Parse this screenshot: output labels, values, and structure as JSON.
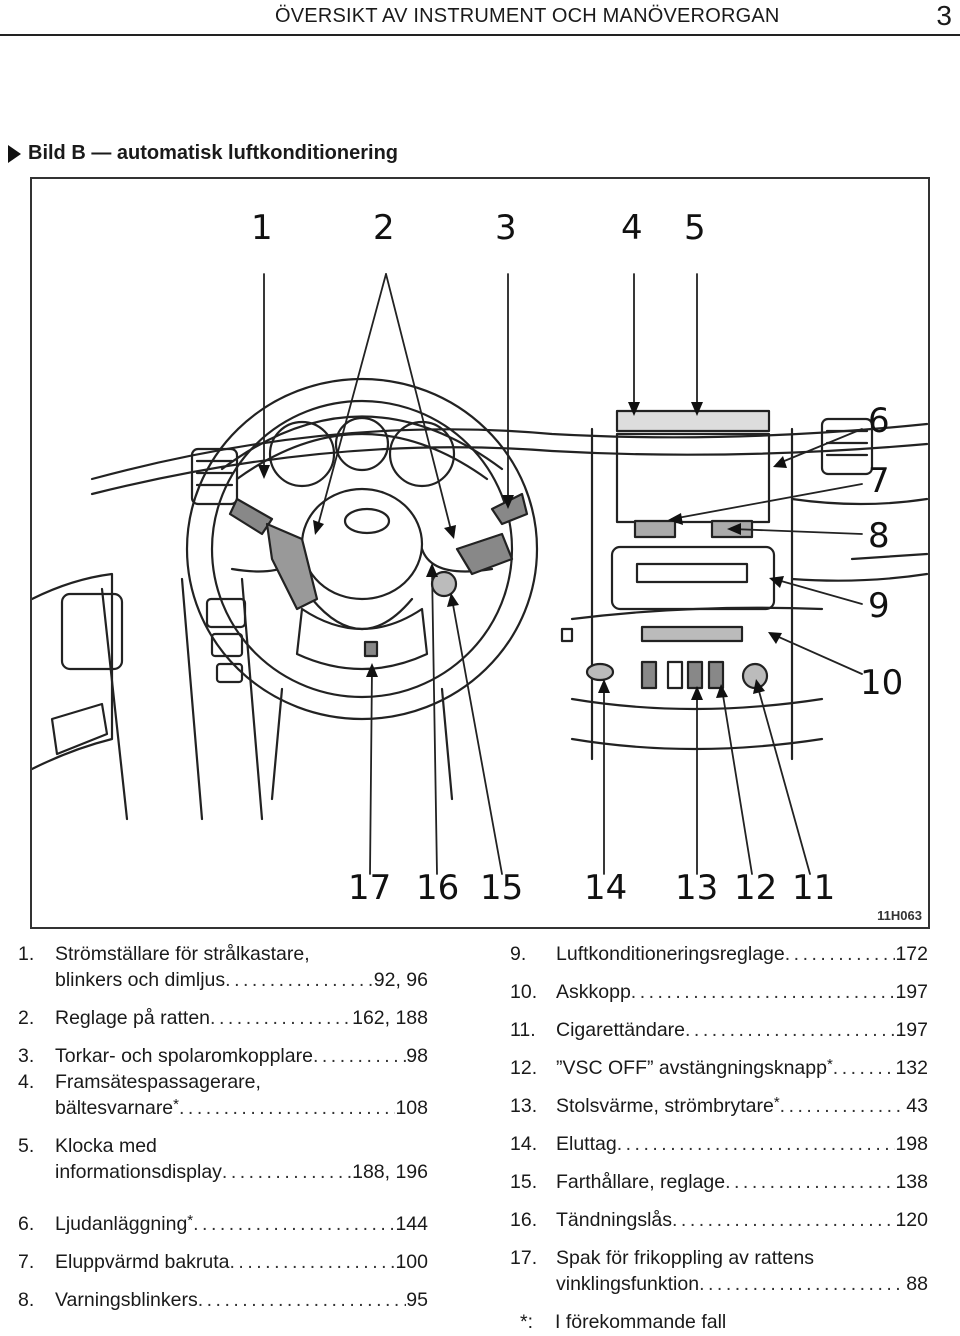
{
  "header": {
    "title": "ÖVERSIKT AV INSTRUMENT OCH MANÖVERORGAN",
    "page_number": "3"
  },
  "section": {
    "heading": "Bild B — automatisk luftkonditionering"
  },
  "figure": {
    "code": "11H063",
    "callouts": [
      "1",
      "2",
      "3",
      "4",
      "5",
      "6",
      "7",
      "8",
      "9",
      "10",
      "11",
      "12",
      "13",
      "14",
      "15",
      "16",
      "17"
    ]
  },
  "legend_left": [
    {
      "num": "1.",
      "line1": "Strömställare för strålkastare,",
      "line2": "blinkers och dimljus",
      "star": false,
      "pages": "92, 96"
    },
    {
      "num": "2.",
      "line1": "",
      "line2": "Reglage på ratten",
      "star": false,
      "pages": "162, 188"
    },
    {
      "num": "3.",
      "line1": "",
      "line2": "Torkar- och spolaromkopplare",
      "star": false,
      "pages": "98"
    },
    {
      "num": "4.",
      "line1": "Framsätespassagerare,",
      "line2": "bältesvarnare",
      "star": true,
      "pages": "108"
    },
    {
      "num": "5.",
      "line1": "Klocka med",
      "line2": "informationsdisplay",
      "star": false,
      "pages": "188, 196"
    },
    {
      "num": "6.",
      "line1": "",
      "line2": "Ljudanläggning",
      "star": true,
      "pages": "144"
    },
    {
      "num": "7.",
      "line1": "",
      "line2": "Eluppvärmd bakruta",
      "star": false,
      "pages": "100"
    },
    {
      "num": "8.",
      "line1": "",
      "line2": "Varningsblinkers",
      "star": false,
      "pages": "95"
    }
  ],
  "legend_right": [
    {
      "num": "9.",
      "line1": "",
      "line2": "Luftkonditioneringsreglage",
      "star": false,
      "pages": "172"
    },
    {
      "num": "10.",
      "line1": "",
      "line2": "Askkopp",
      "star": false,
      "pages": "197"
    },
    {
      "num": "11.",
      "line1": "",
      "line2": "Cigarettändare",
      "star": false,
      "pages": "197"
    },
    {
      "num": "12.",
      "line1": "",
      "line2": "”VSC OFF” avstängningsknapp",
      "star": true,
      "pages": "132"
    },
    {
      "num": "13.",
      "line1": "",
      "line2": "Stolsvärme, strömbrytare",
      "star": true,
      "pages": "43"
    },
    {
      "num": "14.",
      "line1": "",
      "line2": "Eluttag",
      "star": false,
      "pages": "198"
    },
    {
      "num": "15.",
      "line1": "",
      "line2": "Farthållare, reglage",
      "star": false,
      "pages": "138"
    },
    {
      "num": "16.",
      "line1": "",
      "line2": "Tändningslås",
      "star": false,
      "pages": "120"
    },
    {
      "num": "17.",
      "line1": "Spak för frikoppling av rattens",
      "line2": "vinklingsfunktion",
      "star": false,
      "pages": "88"
    }
  ],
  "footnote": {
    "symbol": "*:",
    "text": "I förekommande fall"
  },
  "star_symbol": "*"
}
